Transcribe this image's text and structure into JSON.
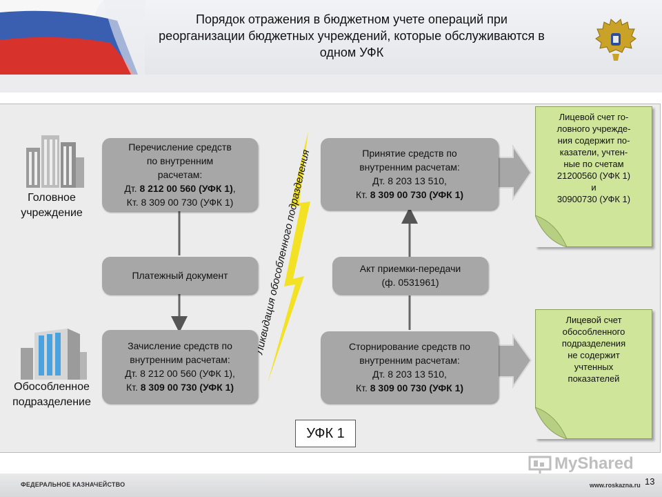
{
  "header": {
    "title_lines": [
      "Порядок отражения в бюджетном учете операций при",
      "реорганизации бюджетных учреждений, которые обслуживаются в",
      "одном УФК"
    ]
  },
  "roles": {
    "head_line1": "Головное",
    "head_line2": "учреждение",
    "branch_line1": "Обособленное",
    "branch_line2": "подразделение"
  },
  "boxes": {
    "transfer": {
      "line1": "Перечисление средств",
      "line2": "по внутренним",
      "line3": "расчетам:",
      "dt_prefix": "Дт. ",
      "dt_bold": "8 212 00 560 (УФК 1)",
      "dt_suffix": ",",
      "kt": "Кт. 8 309 00 730 (УФК 1)"
    },
    "payment_doc": {
      "label": "Платежный документ"
    },
    "credit": {
      "line1": "Зачисление средств по",
      "line2": "внутренним расчетам:",
      "dt": "Дт. 8 212 00 560 (УФК 1),",
      "kt_prefix": "Кт. ",
      "kt_bold": "8 309 00 730 (УФК 1)"
    },
    "acceptance": {
      "line1": "Принятие средств по",
      "line2": "внутренним расчетам:",
      "dt": "Дт. 8 203 13 510,",
      "kt_prefix": "Кт. ",
      "kt_bold": "8 309 00 730 (УФК 1)"
    },
    "act": {
      "line1": "Акт приемки-передачи",
      "line2": "(ф. 0531961)"
    },
    "reversal": {
      "line1": "Сторнирование средств по",
      "line2": "внутренним расчетам:",
      "dt": "Дт. 8 203 13 510,",
      "kt_prefix": "Кт. ",
      "kt_bold": "8 309 00 730 (УФК 1)"
    }
  },
  "diagonal_label": "Ликвидация обособленного подразделения",
  "notes": {
    "top": [
      "Лицевой счет го-",
      "ловного учрежде-",
      "ния содержит по-",
      "казатели, учтен-",
      "ные по счетам",
      "21200560 (УФК 1)",
      "и",
      "30900730 (УФК 1)"
    ],
    "bottom": [
      "Лицевой счет",
      "обособленного",
      "подразделения",
      "не содержит",
      "учтенных",
      "показателей"
    ]
  },
  "ufk_label": "УФК 1",
  "footer": {
    "left": "ФЕДЕРАЛЬНОЕ КАЗНАЧЕЙСТВО",
    "right": "www.roskazna.ru",
    "page": "13"
  },
  "watermark": "MyShared",
  "colors": {
    "box_fill": "#a7a7a7",
    "note_fill": "#cfe59a",
    "frame_bg": "#ececec",
    "lightning": "#f3e000"
  }
}
